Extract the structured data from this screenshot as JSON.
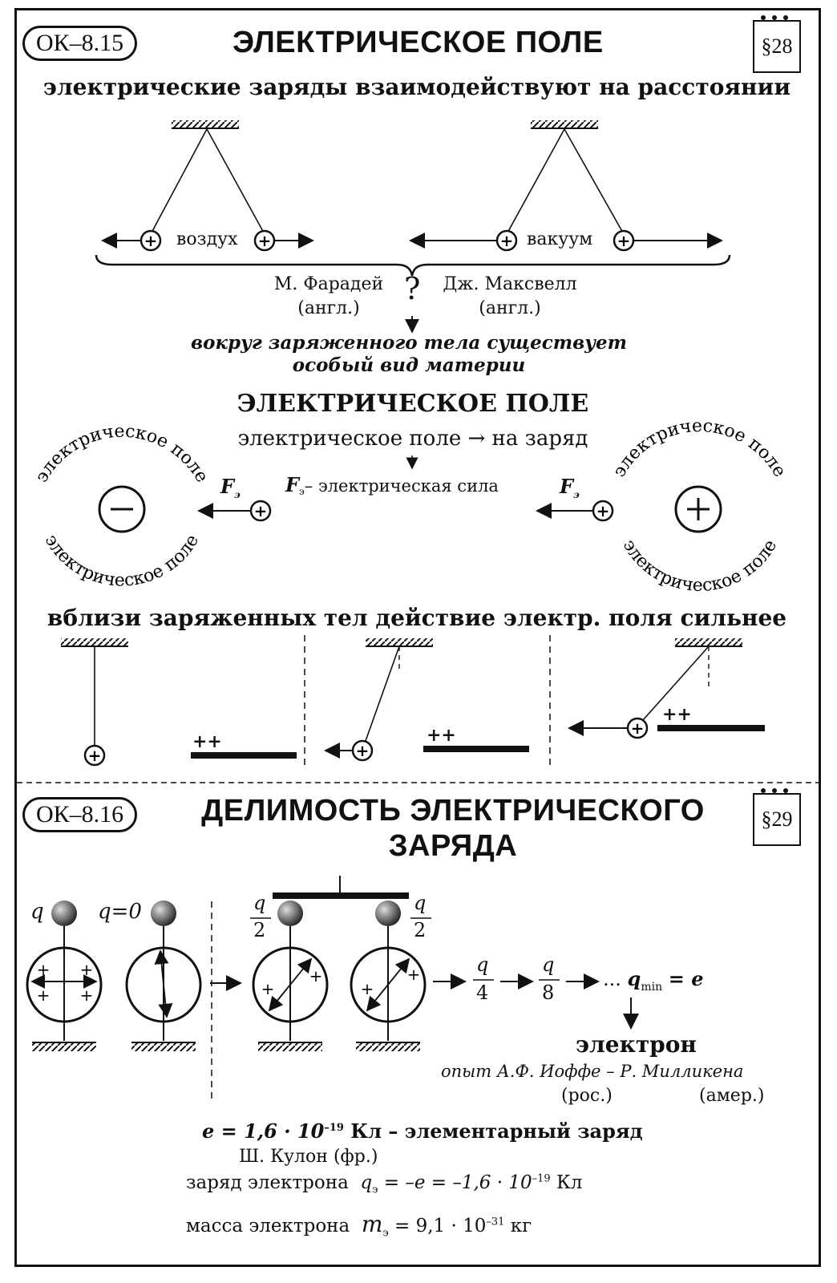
{
  "section1": {
    "badge": "ОК–8.15",
    "title": "ЭЛЕКТРИЧЕСКОЕ ПОЛЕ",
    "paragraph": "§28",
    "subtitle": "электрические заряды взаимодействуют на расстоянии",
    "medium_air": "воздух",
    "medium_vacuum": "вакуум",
    "faraday": "М. Фарадей",
    "faraday_origin": "(англ.)",
    "question": "?",
    "maxwell": "Дж. Максвелл",
    "maxwell_origin": "(англ.)",
    "conclusion_line1": "вокруг заряженного тела существует",
    "conclusion_line2": "особый вид материи",
    "heading": "ЭЛЕКТРИЧЕСКОЕ ПОЛЕ",
    "field_on_charge": "электрическое поле → на заряд",
    "force_symbol": "F",
    "force_sub": "э",
    "force_desc": "– электрическая сила",
    "field_label": "электрическое поле",
    "near_bodies": "вблизи заряженных тел действие электр. поля сильнее",
    "plate_charge": "++"
  },
  "section2": {
    "badge": "ОК–8.16",
    "title_line1": "ДЕЛИМОСТЬ ЭЛЕКТРИЧЕСКОГО",
    "title_line2": "ЗАРЯДА",
    "paragraph": "§29",
    "q": "q",
    "q_zero": "q=0",
    "half_num": "q",
    "half_den": "2",
    "quarter_den": "4",
    "eighth_den": "8",
    "ellipsis": "...",
    "qmin": "q",
    "qmin_sub": "min",
    "qmin_eq": "= e",
    "electron": "электрон",
    "experiment": "опыт А.Ф. Иоффе – Р. Милликена",
    "origin_ru": "(рос.)",
    "origin_us": "(амер.)",
    "elementary_charge": "e = 1,6 · 10",
    "elementary_exp": "–19",
    "elementary_tail": "Кл – элементарный заряд",
    "coulomb": "Ш. Кулон (фр.)",
    "electron_charge_label": "заряд электрона",
    "electron_charge_formula": "q",
    "electron_charge_sub": "э",
    "electron_charge_value": "= –e = –1,6 · 10",
    "electron_charge_exp": "–19",
    "electron_charge_unit": "Кл",
    "electron_mass_label": "масса электрона",
    "electron_mass_formula": "m",
    "electron_mass_sub": "э",
    "electron_mass_value": "= 9,1 · 10",
    "electron_mass_exp": "–31",
    "electron_mass_unit": "кг"
  }
}
